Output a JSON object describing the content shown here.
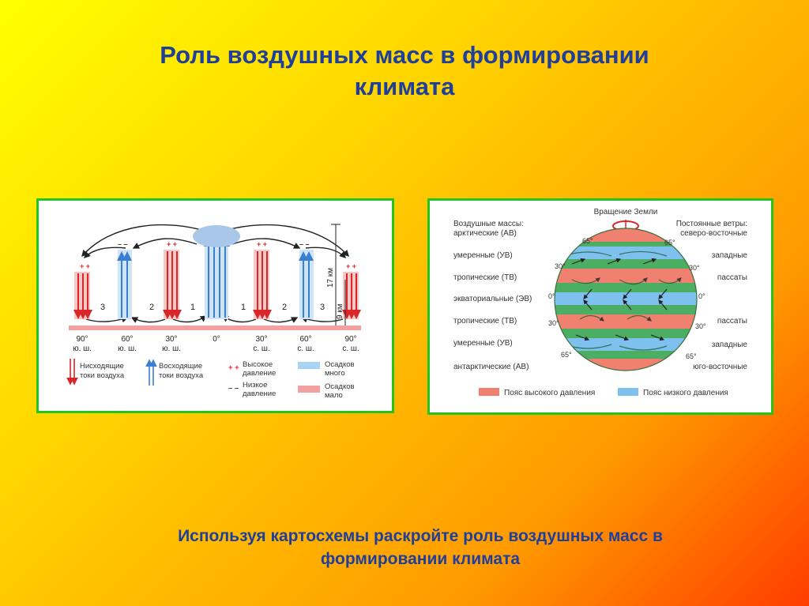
{
  "title": {
    "line1": "Роль воздушных масс в формировании",
    "line2": "климата"
  },
  "circulation_diagram": {
    "cell_numbers": [
      "3",
      "2",
      "1",
      "1",
      "2",
      "3"
    ],
    "latitudes": [
      {
        "deg": "90°",
        "hem": "ю. ш."
      },
      {
        "deg": "60°",
        "hem": "ю. ш."
      },
      {
        "deg": "30°",
        "hem": "ю. ш."
      },
      {
        "deg": "0°",
        "hem": ""
      },
      {
        "deg": "30°",
        "hem": "с. ш."
      },
      {
        "deg": "60°",
        "hem": "с. ш."
      },
      {
        "deg": "90°",
        "hem": "с. ш."
      }
    ],
    "height_labels": [
      "17 км",
      "9 км"
    ],
    "legend": {
      "descending": [
        "Нисходящие",
        "токи воздуха"
      ],
      "ascending": [
        "Восходящие",
        "токи воздуха"
      ],
      "high_pressure": [
        "Высокое",
        "давление"
      ],
      "low_pressure": [
        "Низкое",
        "давление"
      ],
      "precip_high": [
        "Осадков",
        "много"
      ],
      "precip_low": [
        "Осадков",
        "мало"
      ]
    },
    "colors": {
      "descending": "#d9262a",
      "ascending": "#3b7fd0",
      "precip_high": "#a9d3f2",
      "precip_low": "#f3a0a0"
    }
  },
  "globe_diagram": {
    "rotation_label": "Вращение Земли",
    "air_masses_header": "Воздушные массы:",
    "air_masses": [
      "арктические (АВ)",
      "умеренные (УВ)",
      "тропические (ТВ)",
      "экваториальные (ЭВ)",
      "тропические (ТВ)",
      "умеренные (УВ)",
      "антарктические (АВ)"
    ],
    "winds_header": [
      "Постоянные ветры:",
      "северо-восточные"
    ],
    "winds": [
      "западные",
      "пассаты",
      "пассаты",
      "западные",
      "юго-восточные"
    ],
    "lat_left": [
      "65°",
      "30°",
      "0°",
      "30°",
      "65°"
    ],
    "lat_right": [
      "65°",
      "30°",
      "0°",
      "30°",
      "65°"
    ],
    "legend_high": "Пояс высокого давления",
    "legend_low": "Пояс низкого давления",
    "colors": {
      "high_belt": "#f08070",
      "low_belt": "#7ec0ee",
      "land": "#4cae63"
    }
  },
  "caption": {
    "line1": "Используя картосхемы раскройте роль воздушных масс в",
    "line2": "формировании климата"
  }
}
